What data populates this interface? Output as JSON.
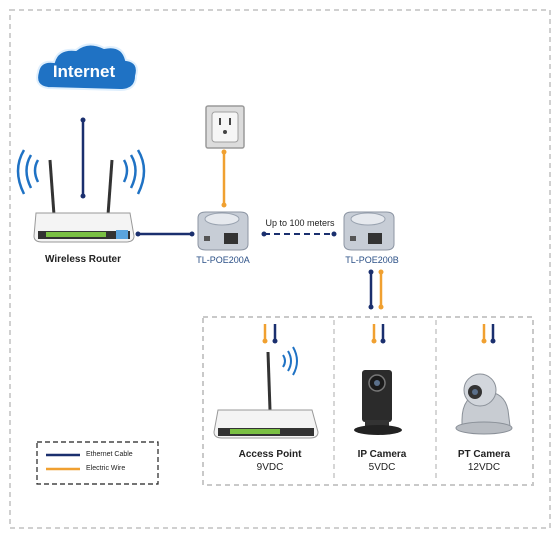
{
  "colors": {
    "ethernet": "#1a2f6e",
    "electric": "#f0a030",
    "cloud": "#1f72c4",
    "border": "#c9c9c9"
  },
  "internet": {
    "label": "Internet"
  },
  "devices": {
    "router": {
      "label": "Wireless Router"
    },
    "poe_a": {
      "label": "TL-POE200A"
    },
    "poe_b": {
      "label": "TL-POE200B"
    },
    "access_point": {
      "label": "Access Point",
      "voltage": "9VDC"
    },
    "ip_camera": {
      "label": "IP Camera",
      "voltage": "5VDC"
    },
    "pt_camera": {
      "label": "PT Camera",
      "voltage": "12VDC"
    }
  },
  "link_label": "Up to 100 meters",
  "legend": {
    "ethernet": "Ethernet Cable",
    "electric": "Electric Wire"
  }
}
